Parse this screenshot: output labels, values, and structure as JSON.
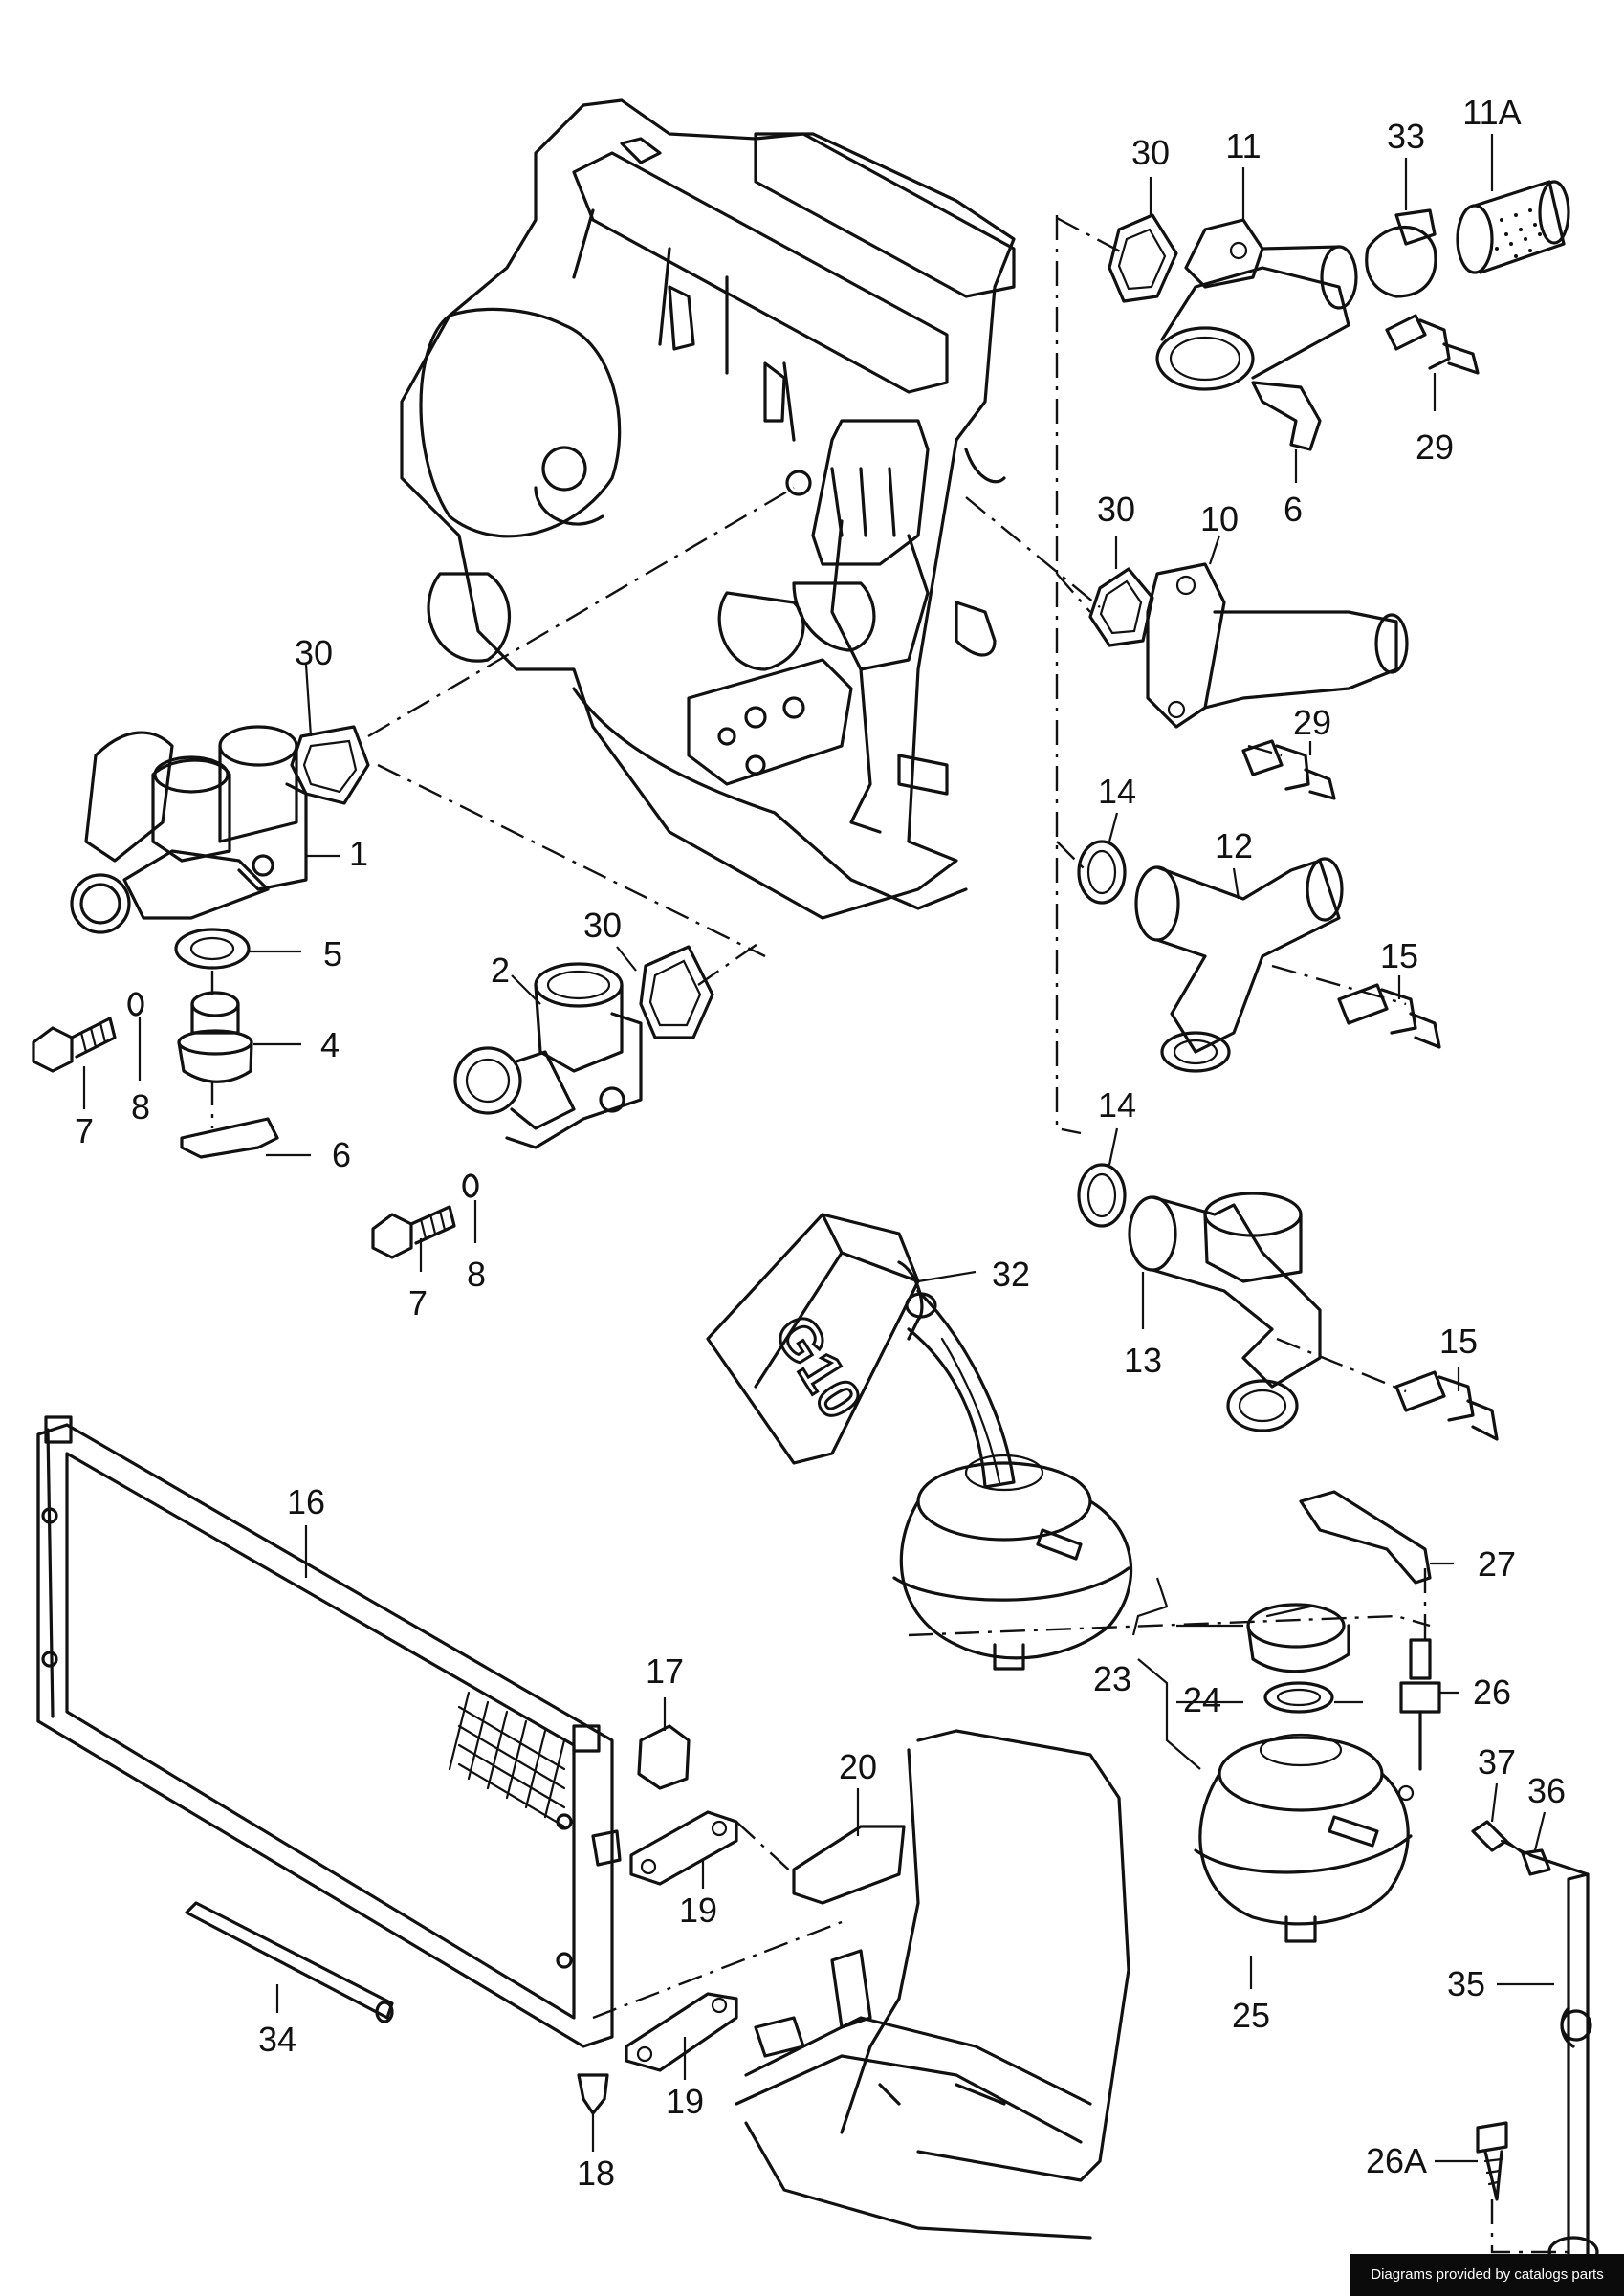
{
  "callouts": {
    "c1": "1",
    "c2": "2",
    "c4": "4",
    "c5": "5",
    "c6a": "6",
    "c6b": "6",
    "c7a": "7",
    "c7b": "7",
    "c8a": "8",
    "c8b": "8",
    "c10": "10",
    "c11": "11",
    "c11A": "11A",
    "c12": "12",
    "c13": "13",
    "c14a": "14",
    "c14b": "14",
    "c15a": "15",
    "c15b": "15",
    "c16": "16",
    "c17": "17",
    "c18": "18",
    "c19a": "19",
    "c19b": "19",
    "c20": "20",
    "c23": "23",
    "c24": "24",
    "c25": "25",
    "c26": "26",
    "c26A": "26A",
    "c27": "27",
    "c29a": "29",
    "c29b": "29",
    "c30a": "30",
    "c30b": "30",
    "c30c": "30",
    "c30d": "30",
    "c32": "32",
    "c33": "33",
    "c34": "34",
    "c35": "35",
    "c36": "36",
    "c37": "37"
  },
  "canister_label": "G10",
  "credit": "Diagrams provided by catalogs parts"
}
